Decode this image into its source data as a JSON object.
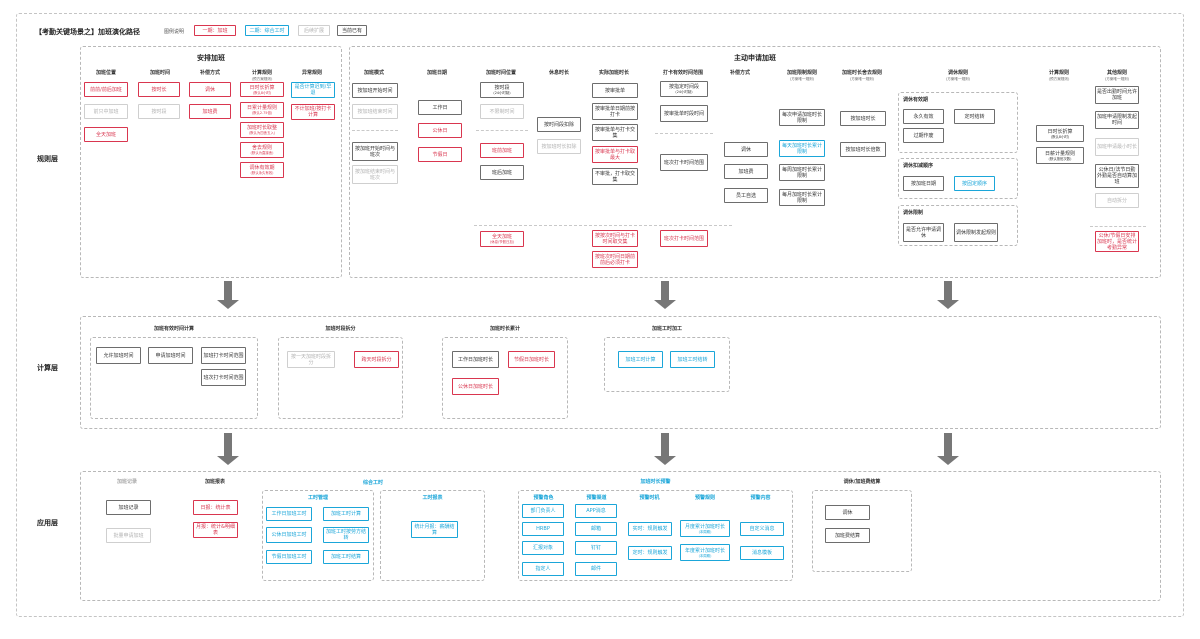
{
  "page": {
    "title": "【考勤关键场景之】加班演化路径",
    "legend": {
      "label": "图例说明",
      "items": [
        "一期：加班",
        "二期：综合工时",
        "后续扩展",
        "当前已有"
      ]
    }
  },
  "layers": [
    "规则层",
    "计算层",
    "应用层"
  ],
  "rule": {
    "arrange": {
      "title": "安排加班",
      "headers": [
        "加班位置",
        "加班时间",
        "补偿方式",
        "计算规则",
        "异常规则"
      ],
      "header_subs": [
        "",
        "",
        "",
        "(预方案规则)",
        ""
      ],
      "col1": [
        "前前/前后加班",
        "前只中加班",
        "全天加班"
      ],
      "col2": [
        "按时长",
        "按时段"
      ],
      "col3": [
        "调休",
        "加班费"
      ],
      "col4": [
        {
          "text": "日时长折算",
          "sub": "(默认8小时)"
        },
        {
          "text": "日累计量规则",
          "sub": "(默认2.75倍)"
        },
        {
          "text": "加班时长取整",
          "sub": "(默认为四舍五入)"
        },
        {
          "text": "舍去规则",
          "sub": "(默认为直接舍)"
        },
        {
          "text": "调休有效期",
          "sub": "(默认永久有效)"
        }
      ],
      "col5": [
        "是否计算迟到/早退",
        "不计加班/按打卡计算"
      ]
    },
    "apply": {
      "title": "主动申请加班",
      "headers": [
        "加班模式",
        "加班日期",
        "加班时间位置",
        "休息时长",
        "实际加班时长",
        "打卡有效时间范围",
        "补偿方式",
        "加班限制规则",
        "加班时长舍去规则",
        "调休规则",
        "计算规则",
        "其他规则"
      ],
      "header_subs": [
        "",
        "",
        "",
        "",
        "",
        "",
        "",
        "(方案唯一规则)",
        "(方案唯一规则)",
        "(方案唯一规则)",
        "(预方案规则)",
        "(方案唯一规则)"
      ],
      "mode": [
        "按加班开始时间",
        "按加班结束时间",
        "按加班开始时间与班次",
        "按加班结束时间与班次"
      ],
      "date": [
        "工作日",
        "公休日",
        "节假日"
      ],
      "position": [
        {
          "text": "按时段",
          "sub": "(24小时制)"
        },
        "不限制时间",
        "班前加班",
        "班后加班",
        "全天加班"
      ],
      "position_sub": "(休息/节假日加)",
      "rest": [
        "按时间段扣除",
        "按加班时长扣除"
      ],
      "actual": [
        "按审批单",
        "按审批单日期前按打卡",
        "按审批单与打卡交集",
        "按审批单与打卡取最大",
        "不审批，打卡取交集",
        "按按次时间与打卡时间取交集",
        "按班次时间日期前前后必须打卡"
      ],
      "punch": [
        {
          "text": "按指定时间段",
          "sub": "(24小时制)"
        },
        "按审批单时段时间",
        "班次打卡时间范围",
        "班次打卡时间范围"
      ],
      "comp": [
        "调休",
        "加班费",
        "员工自选"
      ],
      "limit": [
        "每次申请加班时长限制",
        "每天加班时长累计限制",
        "每周加班时长累计限制",
        "每月加班时长累计限制"
      ],
      "round": [
        "按加班时长",
        "按加班时长倍数"
      ],
      "leave": {
        "valid_title": "调休有效期",
        "valid": [
          "永久有效",
          "定时结转",
          "过期作废"
        ],
        "order_title": "调休扣减顺序",
        "order": [
          "按加班日期",
          "按固定顺序"
        ],
        "limit_title": "调休限制",
        "limit": [
          "是否允许申请调休",
          "调休限制发起规则"
        ]
      },
      "calc": [
        {
          "text": "日时长折算",
          "sub": "(默认8小时)"
        },
        {
          "text": "日薪计量规则",
          "sub": "(默认按班次数)"
        }
      ],
      "other": [
        "是否出勤时间允许加班",
        "加班申请限制发起时间",
        "加班申请最小时长",
        "公休日/法节日勤外勤是否自动算加班",
        "自动拆分",
        "公休/节假日安排加班时，是否统计考勤异常"
      ]
    }
  },
  "calc": {
    "effective": {
      "title": "加班有效时间计算",
      "items": [
        "允许加班时间",
        "申请加班时间",
        "加班打卡时间范围",
        "班次打卡时间范围"
      ]
    },
    "split": {
      "title": "加班时段拆分",
      "items": [
        "按一天加班时段拆分",
        "跨天时段拆分"
      ]
    },
    "accum": {
      "title": "加班时长累计",
      "items": [
        "工作日加班时长",
        "节假日加班时长",
        "公休日加班时长"
      ]
    },
    "hours": {
      "title": "加班工时加工",
      "items": [
        "加班工时计算",
        "加班工时结转"
      ]
    }
  },
  "app": {
    "record": {
      "title": "加班记录",
      "items": [
        "加班记录",
        "批量申请加班"
      ]
    },
    "report": {
      "title": "加班报表",
      "items": [
        "日报：统计表",
        "月报：统计&明细表"
      ]
    },
    "compwork": {
      "title": "综合工时",
      "mgmt_title": "工时管理",
      "mgmt": [
        "工作日加班工时",
        "加班工时计算",
        "公休日加班工时",
        "加班工时按劳方结转",
        "节假日加班工时",
        "加班工时结算"
      ],
      "report_title": "工时报表",
      "report": [
        "统计月报：薪酬结算"
      ]
    },
    "warn": {
      "title": "加班时长预警",
      "headers": [
        "预警角色",
        "预警渠道",
        "预警时机",
        "预警规则",
        "预警内容"
      ],
      "role": [
        "部门负责人",
        "HRBP",
        "汇报对象",
        "指定人"
      ],
      "channel": [
        "APP消息",
        "邮箱",
        "钉钉",
        "邮件"
      ],
      "timing": [
        "实时：规则触发",
        "定时：规则触发"
      ],
      "rule": [
        {
          "text": "月度累计加班时长",
          "sub": "(本周期)"
        },
        {
          "text": "年度累计加班时长",
          "sub": "(本周期)"
        }
      ],
      "content": [
        "自定义消息",
        "消息模板"
      ]
    },
    "settle": {
      "title": "调休/加班费结算",
      "items": [
        "调休",
        "加班费结算"
      ]
    }
  },
  "colors": {
    "red": "#d9364f",
    "blue": "#1ba6d9",
    "gray": "#b3b3b3",
    "border": "#6d6d6d"
  }
}
